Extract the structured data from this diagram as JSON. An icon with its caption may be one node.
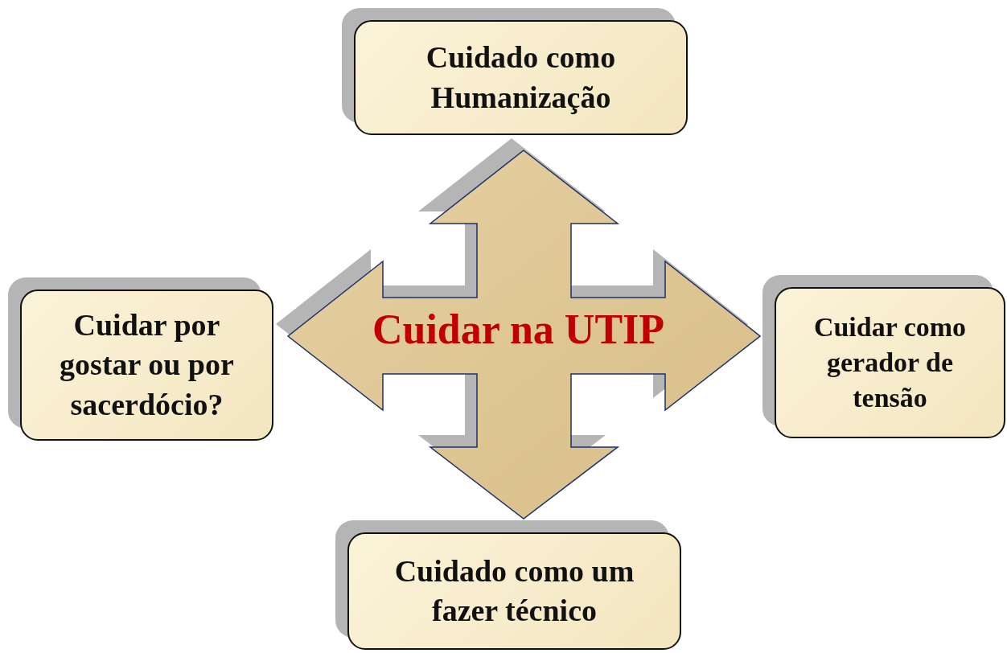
{
  "diagram": {
    "nodes": [
      {
        "text": [
          "Cuidado como Humanização"
        ]
      },
      {
        "text": [
          "Cuidar por gostar ou por sacerdócio?"
        ]
      },
      {
        "text": [
          "Cuidar na UTIP"
        ]
      },
      {
        "text": [
          "Cuidar como gerador de tensão"
        ]
      },
      {
        "text": [
          "Cuidado como um fazer técnico"
        ]
      }
    ]
  }
}
